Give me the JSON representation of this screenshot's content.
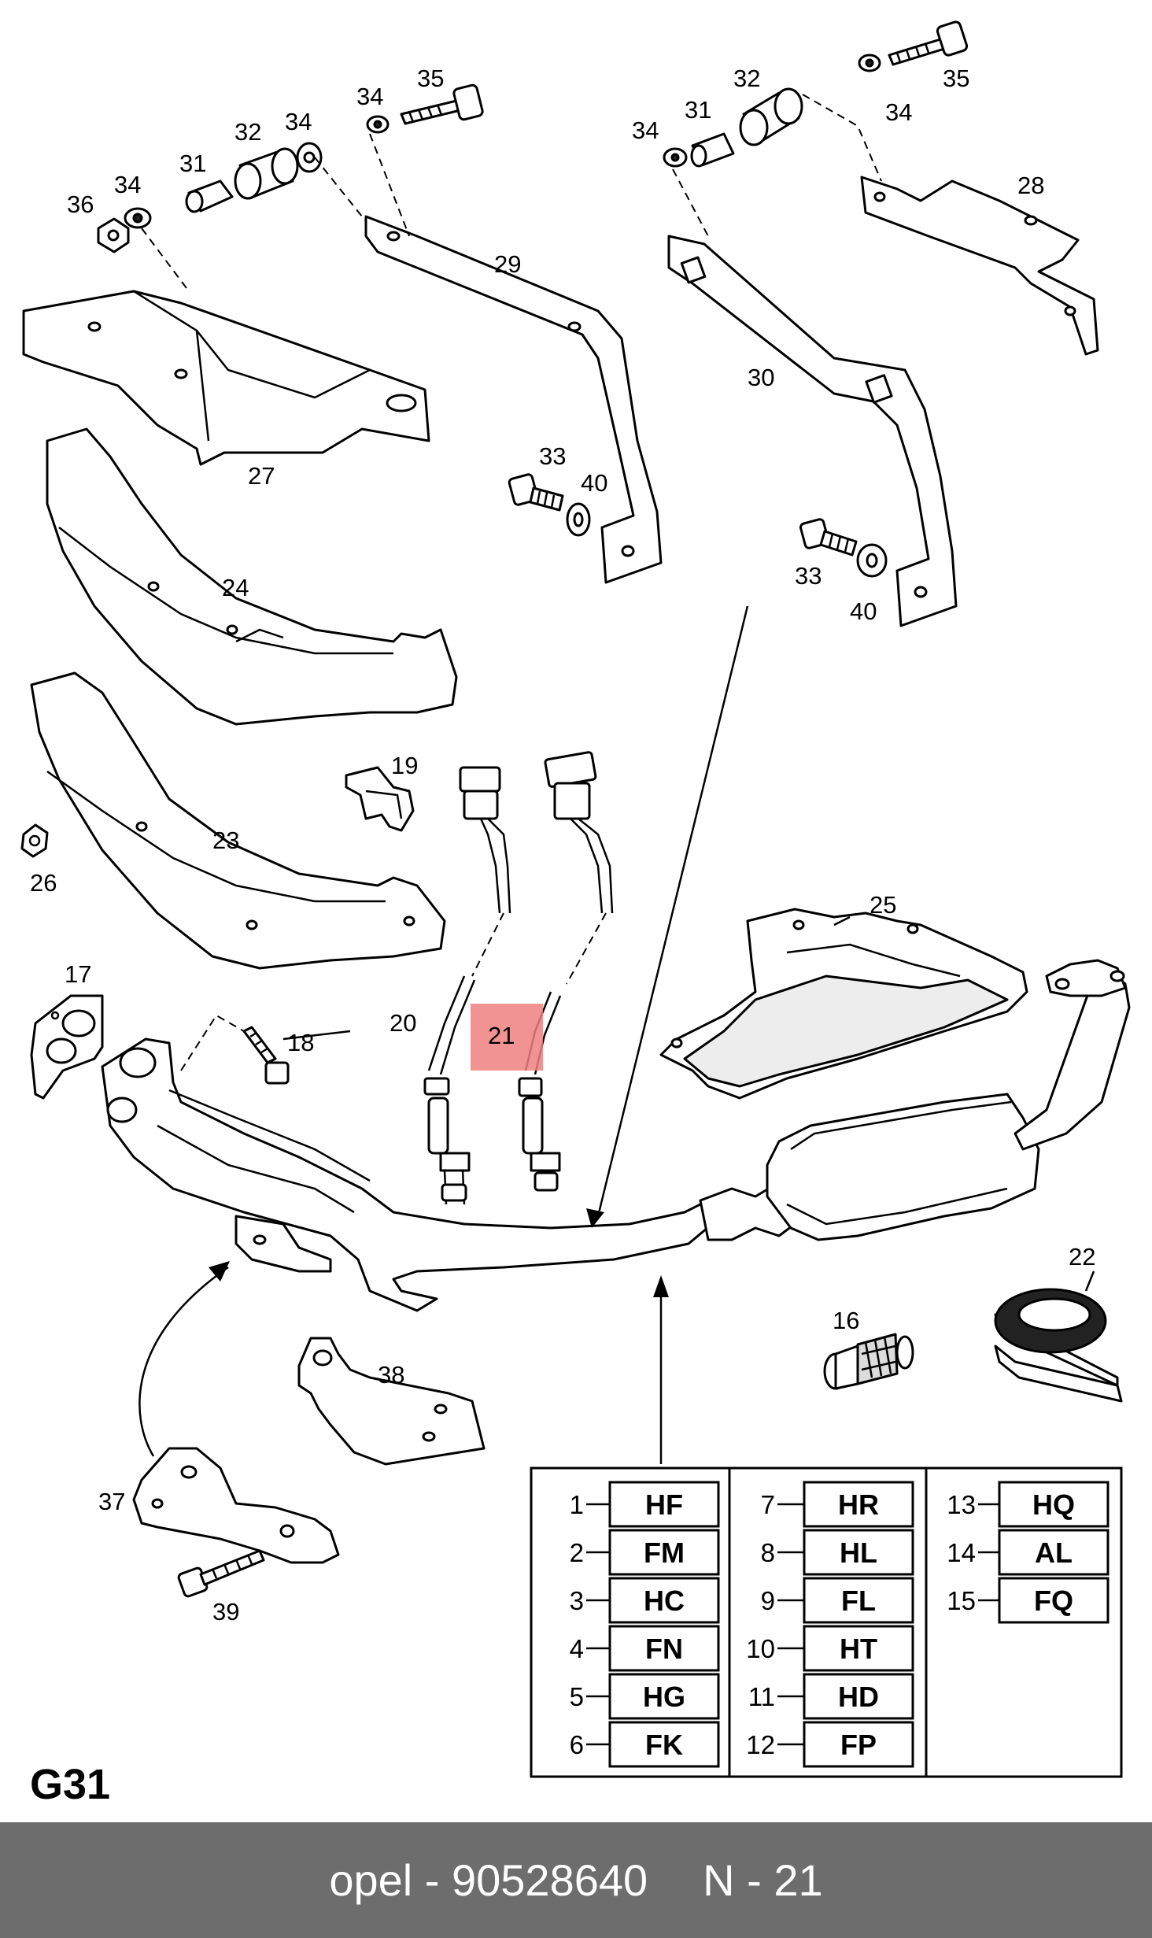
{
  "diagram": {
    "labels": {
      "l36": "36",
      "l34a": "34",
      "l31a": "31",
      "l32a": "32",
      "l34b": "34",
      "l34c": "34",
      "l35a": "35",
      "l27": "27",
      "l29": "29",
      "l33a": "33",
      "l40a": "40",
      "l34d": "34",
      "l31b": "31",
      "l32b": "32",
      "l35b": "35",
      "l34e": "34",
      "l28": "28",
      "l30": "30",
      "l33b": "33",
      "l40b": "40",
      "l24": "24",
      "l19": "19",
      "l23": "23",
      "l26": "26",
      "l25": "25",
      "l17": "17",
      "l18": "18",
      "l20": "20",
      "l21": "21",
      "l22": "22",
      "l16": "16",
      "l38": "38",
      "l37": "37",
      "l39": "39"
    },
    "page_id": "G31",
    "highlight_color": "#f08080",
    "code_table": {
      "col1": [
        {
          "n": "1",
          "code": "HF"
        },
        {
          "n": "2",
          "code": "FM"
        },
        {
          "n": "3",
          "code": "HC"
        },
        {
          "n": "4",
          "code": "FN"
        },
        {
          "n": "5",
          "code": "HG"
        },
        {
          "n": "6",
          "code": "FK"
        }
      ],
      "col2": [
        {
          "n": "7",
          "code": "HR"
        },
        {
          "n": "8",
          "code": "HL"
        },
        {
          "n": "9",
          "code": "FL"
        },
        {
          "n": "10",
          "code": "HT"
        },
        {
          "n": "11",
          "code": "HD"
        },
        {
          "n": "12",
          "code": "FP"
        }
      ],
      "col3": [
        {
          "n": "13",
          "code": "HQ"
        },
        {
          "n": "14",
          "code": "AL"
        },
        {
          "n": "15",
          "code": "FQ"
        }
      ]
    }
  },
  "footer": {
    "brand": "opel",
    "separator": "-",
    "part_number": "90528640",
    "ref": "N - 21"
  }
}
